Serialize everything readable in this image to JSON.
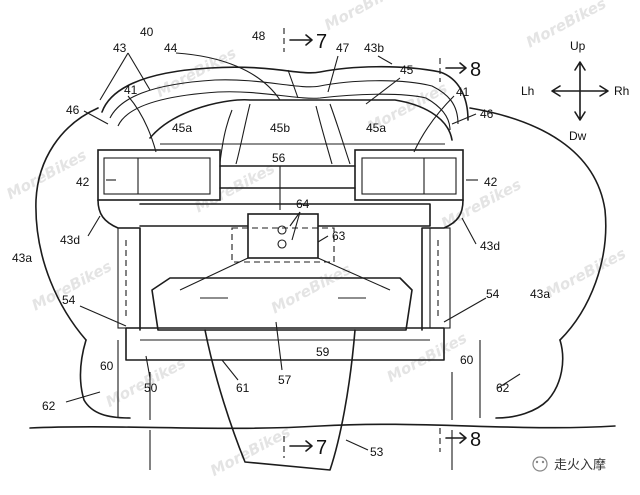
{
  "figure": {
    "callouts": {
      "c40": "40",
      "c43": "43",
      "c44": "44",
      "c48": "48",
      "c47": "47",
      "c43b": "43b",
      "c45": "45",
      "c41l": "41",
      "c41r": "41",
      "c46l": "46",
      "c46r": "46",
      "c45al": "45a",
      "c45b": "45b",
      "c45ar": "45a",
      "c56": "56",
      "c42l": "42",
      "c42r": "42",
      "c64": "64",
      "c63": "63",
      "c43dl": "43d",
      "c43dr": "43d",
      "c43al": "43a",
      "c43ar": "43a",
      "c54l": "54",
      "c54r": "54",
      "c59": "59",
      "c60l": "60",
      "c60r": "60",
      "c50": "50",
      "c61": "61",
      "c57": "57",
      "c62l": "62",
      "c62r": "62",
      "c53": "53"
    },
    "section_marks": {
      "top7": "7",
      "bot7": "7",
      "top8": "8",
      "bot8": "8"
    },
    "directions": {
      "up": "Up",
      "down": "Dw",
      "left": "Lh",
      "right": "Rh"
    },
    "watermark": "MoreBikes",
    "caption": "走火入摩"
  }
}
